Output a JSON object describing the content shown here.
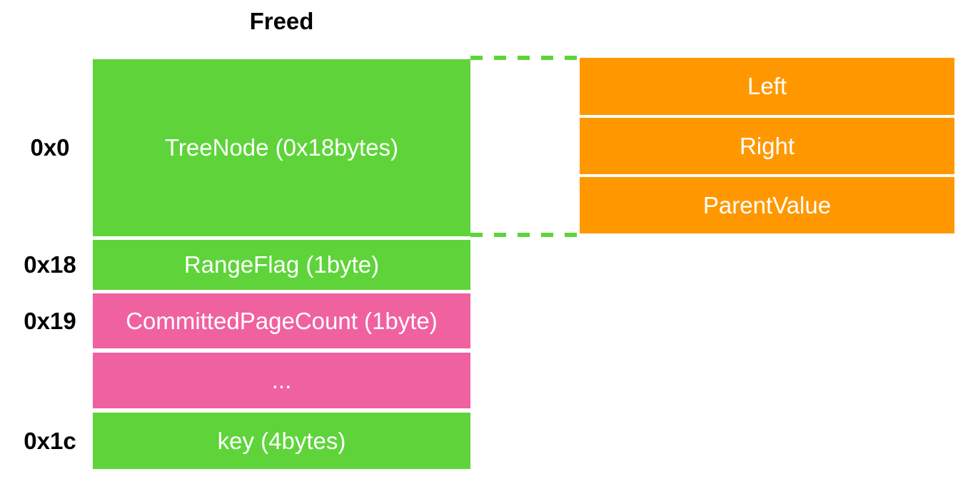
{
  "title": "Freed",
  "colors": {
    "green": "#5ED43A",
    "orange": "#FF9800",
    "pink": "#F061A0",
    "label": "#000000",
    "block_text": "#FFFFFF",
    "background": "#FFFFFF"
  },
  "memory_map": {
    "rows": [
      {
        "offset": "0x0",
        "label": "TreeNode (0x18bytes)",
        "color": "green"
      },
      {
        "offset": "0x18",
        "label": "RangeFlag (1byte)",
        "color": "green"
      },
      {
        "offset": "0x19",
        "label": "CommittedPageCount (1byte)",
        "color": "pink"
      },
      {
        "offset": "",
        "label": "...",
        "color": "pink"
      },
      {
        "offset": "0x1c",
        "label": "key (4bytes)",
        "color": "green"
      }
    ]
  },
  "treenode_expansion": {
    "fields": [
      {
        "label": "Left"
      },
      {
        "label": "Right"
      },
      {
        "label": "ParentValue"
      }
    ]
  }
}
